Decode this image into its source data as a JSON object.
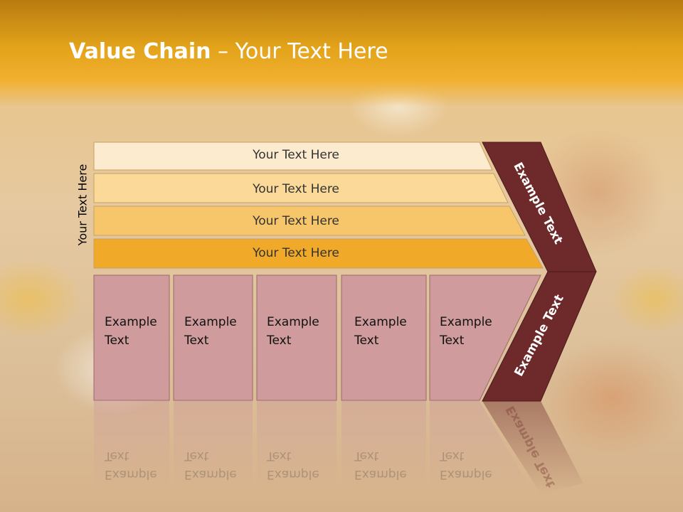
{
  "slide": {
    "title_bold": "Value Chain",
    "title_rest": " – Your Text Here",
    "side_label": "Your Text Here"
  },
  "bars": [
    {
      "label": "Your Text Here",
      "color": "#fdebcf"
    },
    {
      "label": "Your Text Here",
      "color": "#fbd999"
    },
    {
      "label": "Your Text Here",
      "color": "#f8c66a"
    },
    {
      "label": "Your Text Here",
      "color": "#f0a928"
    }
  ],
  "boxes": [
    {
      "label": "Example Text"
    },
    {
      "label": "Example Text"
    },
    {
      "label": "Example Text"
    },
    {
      "label": "Example Text"
    },
    {
      "label": "Example Text"
    }
  ],
  "chevrons": {
    "upper_label": "Example Text",
    "lower_label": "Example Text",
    "color": "#6e2a2a"
  },
  "colors": {
    "box_fill": "#cf9b9c",
    "header": "#e3a31a"
  }
}
